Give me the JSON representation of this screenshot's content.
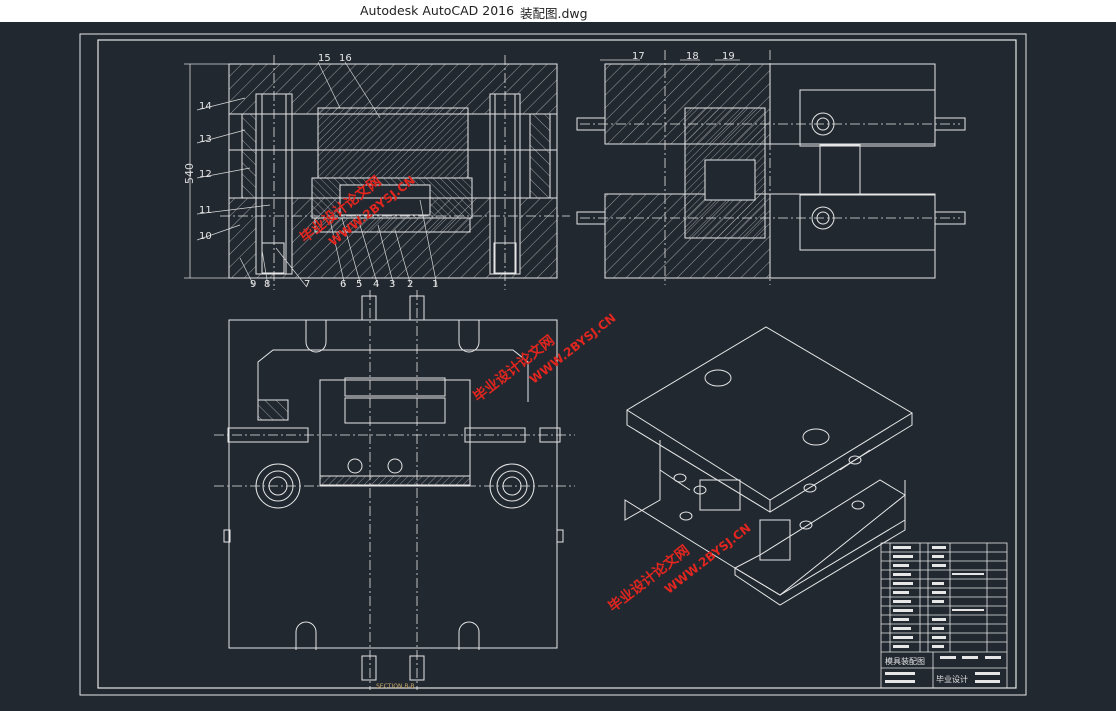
{
  "window": {
    "app_title": "Autodesk AutoCAD 2016",
    "file_name": "装配图.dwg"
  },
  "colors": {
    "background": "#212830",
    "line": "#e6e6e6",
    "hatch": "#bdbdbd",
    "dimension": "#d8d8d8",
    "watermark": "#e0261f",
    "titlebar": "#ffffff"
  },
  "drawing": {
    "dimension_540": "540",
    "part_numbers_top": [
      "15",
      "16"
    ],
    "part_numbers_left": [
      "14",
      "13",
      "12",
      "11",
      "10"
    ],
    "part_numbers_bottom": [
      "9",
      "8",
      "7",
      "6",
      "5",
      "4",
      "3",
      "2",
      "1"
    ],
    "part_numbers_right_view": [
      "17",
      "18",
      "19"
    ],
    "section_caption": "SECTION B-B"
  },
  "title_block": {
    "drawing_name": "模具装配图",
    "design_label": "毕业设计"
  },
  "watermarks": [
    {
      "line1": "毕业设计论文网",
      "line2": "WWW.2BYSJ.CN"
    },
    {
      "line1": "毕业设计论文网",
      "line2": "WWW.2BYSJ.CN"
    },
    {
      "line1": "毕业设计论文网",
      "line2": "WWW.2BYSJ.CN"
    }
  ]
}
